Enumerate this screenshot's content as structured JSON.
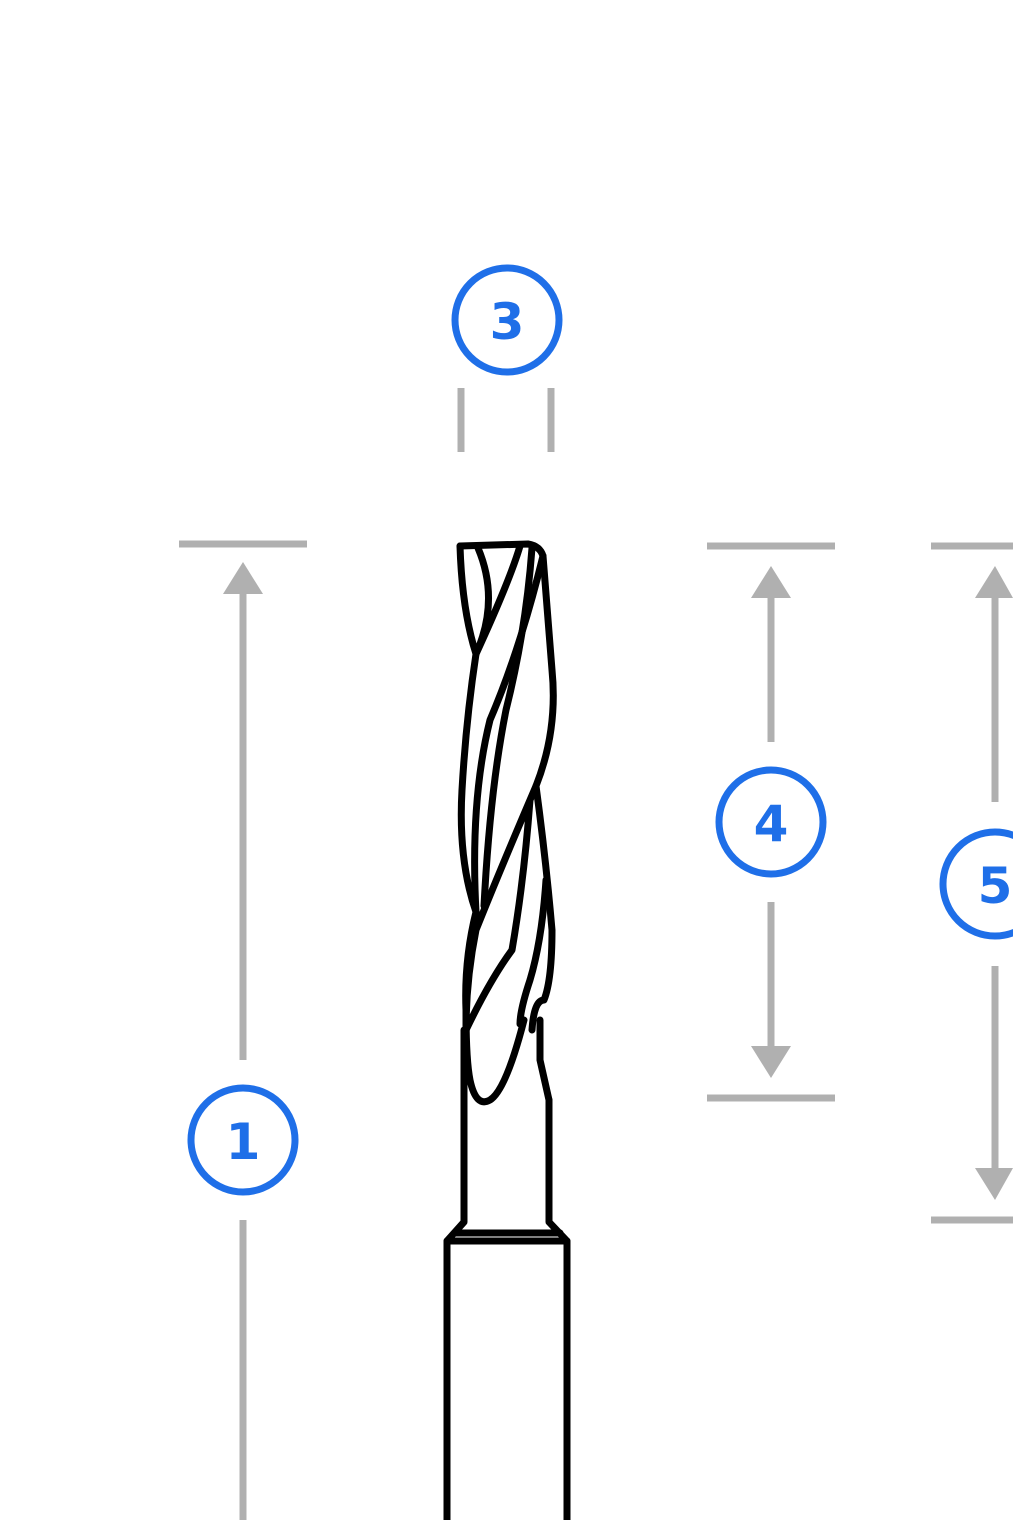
{
  "colors": {
    "background": "#ffffff",
    "dimension_line": "#b0b0b0",
    "callout": "#1f6fe8",
    "tool_outline": "#000000"
  },
  "callouts": {
    "c1": {
      "label": "1"
    },
    "c3": {
      "label": "3"
    },
    "c4": {
      "label": "4"
    },
    "c5": {
      "label": "5"
    }
  }
}
